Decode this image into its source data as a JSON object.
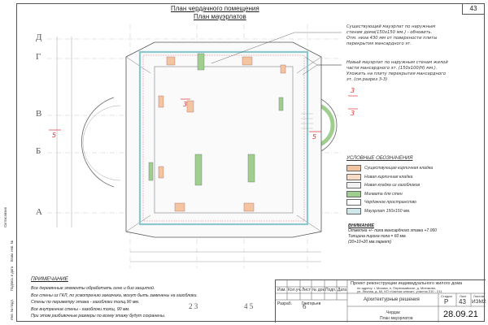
{
  "sheet_number": "43",
  "titles": {
    "line1": "План чердачного помещения",
    "line2": "План мауэрлатов"
  },
  "axes_left": [
    "Д",
    "Г",
    "В",
    "Б",
    "А"
  ],
  "axes_bottom": [
    "2 3",
    "4 5",
    "6"
  ],
  "section_marks": [
    "5",
    "5",
    "3",
    "3",
    "3"
  ],
  "notes": {
    "top": [
      "Существующий мауэрлат по наружным",
      "стенам дома(150x150 мм.) - обновить.",
      "Отм. низа 430 мм от поверхности плиты",
      "перекрытия мансардного эт."
    ],
    "mid": [
      "Новый мауэрлат по наружным стенам жилой",
      "части мансардного эт. (150x100(H) мм.).",
      "Уложить на плиту перекрытия мансардного",
      "эт. (см.разрез 3-3)"
    ]
  },
  "legend": {
    "title": "УСЛОВНЫЕ ОБОЗНАЧЕНИЯ",
    "items": [
      {
        "label": "Существующая кирпичная кладка",
        "color": "#f2c4a0"
      },
      {
        "label": "Новая кирпичная кладка",
        "color": "#f6dcc6"
      },
      {
        "label": "Новая кладка из газоблоков",
        "color": "#f3f3f3"
      },
      {
        "label": "Минвата для стен",
        "color": "#9fce8f"
      },
      {
        "label": "Чердачное пространство",
        "color": "#ffffff"
      },
      {
        "label": "Мауэрлат 150x150 мм.",
        "color": "#cfe7ea"
      }
    ]
  },
  "attention": {
    "title": "ВНИМАНИЕ",
    "lines": [
      "Отметка +/- пола мансардного этажа +7.060",
      "Толщина пирога пола = 60 мм.",
      "(30+10+20 мм.паркет)"
    ]
  },
  "primechanie": {
    "title": "ПРИМЕЧАНИЕ",
    "lines": [
      "Все деревянные элементы обработать огне и био защитой.",
      "Все стены из ГКЛ, по усмотрению заказчика, могут быть заменены на газоблоки.",
      "Стены по периметру этажа - газоблоки толщ.90 мм.",
      "Все внутренние стены - газоблоки толщ. 90 мм.",
      "При этом разбивочные размеры по всему этажу будут сохранены."
    ]
  },
  "title_block": {
    "project": "Проект реконструкции индивидуального жилого дома",
    "address": "по адресу: г. Москва, п. Первомайское, д. Митяково,",
    "address2": "ул. Лесная, д. 60, КП «Частые ключи», участок 210 - 211",
    "section": "Архитектурные решения",
    "sheet_title1": "Чердак",
    "sheet_title2": "План мауэрлатов",
    "stage_label": "Стадия",
    "sheet_label": "Лист",
    "sheets_label": "Листов",
    "stage": "Р",
    "sheet": "43",
    "rev": "ИЗМ2",
    "date": "28.09.21",
    "col_labels": [
      "Изм.",
      "Кол.уч.",
      "Лист",
      "№ док.",
      "Подп.",
      "Дата"
    ],
    "role": "Разраб.",
    "author": "Григорьев"
  },
  "left_strip": [
    "Согласовано",
    "Взам. инв. №",
    "Подпись и дата",
    "Инв. № подл."
  ]
}
